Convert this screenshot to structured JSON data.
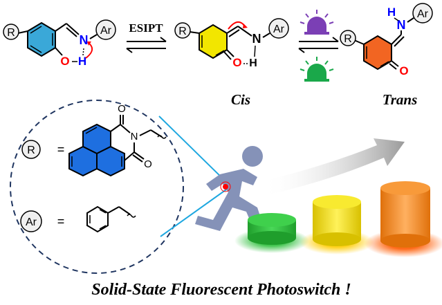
{
  "header": {
    "esipt_label": "ESIPT",
    "cis_label": "Cis",
    "trans_label": "Trans"
  },
  "molecule": {
    "r_label": "R",
    "ar_label": "Ar",
    "n_label": "N",
    "h_label": "H",
    "o_label": "O",
    "enol_o_label": "O",
    "enol_h_label": "H"
  },
  "substituents": {
    "r_key": "R",
    "ar_key": "Ar",
    "equals": "=",
    "r_n_label": "N",
    "r_o_top_label": "O",
    "r_o_bottom_label": "O"
  },
  "caption": "Solid-State Fluorescent Photoswitch !",
  "colors": {
    "phenol_ring": "#3aa8d8",
    "cis_ring": "#f2e600",
    "trans_ring": "#f26522",
    "nitrogen": "#0000ff",
    "oxygen": "#ff0000",
    "naphthalimide": "#1e6fe0",
    "violet_light": "#7b3fb5",
    "green_light": "#1aa84a",
    "runner": "#8592b8",
    "cylinder_green": "#2ebf3c",
    "cylinder_yellow": "#f2e01a",
    "cylinder_orange": "#f08a1e"
  },
  "icons": [
    "light-bulb-violet-icon",
    "light-bulb-green-icon",
    "runner-icon",
    "arrow-icon"
  ]
}
